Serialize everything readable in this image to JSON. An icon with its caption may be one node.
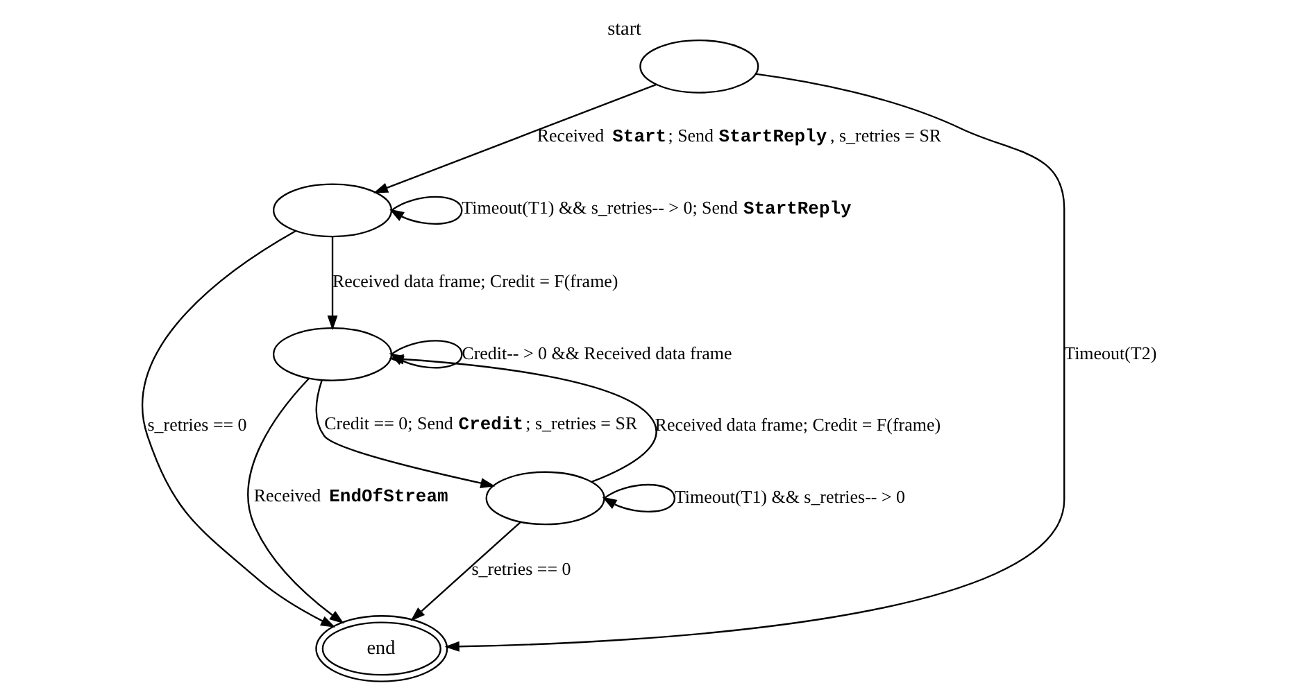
{
  "diagram": {
    "nodes": [
      {
        "text": [],
        "shape": "ellipse",
        "beside": [
          "start"
        ]
      },
      {
        "text": [],
        "shape": "ellipse"
      },
      {
        "text": [
          "end"
        ]
      },
      {
        "text": [],
        "shape": "ellipse"
      },
      {
        "text": [],
        "shape": "ellipse"
      }
    ],
    "edges": [
      {
        "from": 0,
        "to": 2,
        "arrow": "to",
        "label": "Timeout(T2)"
      },
      {
        "from": 0,
        "to": 1,
        "arrow": "to",
        "label": "Received **Start**; Send **StartReply**, s_retries = SR"
      },
      {
        "from": 1,
        "to": 1,
        "arrow": "to",
        "label": "Timeout(T1) && s_retries-- > 0; Send **StartReply**"
      },
      {
        "from": 1,
        "to": 2,
        "arrow": "to",
        "label": "s_retries == 0"
      },
      {
        "from": 1,
        "to": 3,
        "arrow": "to",
        "label": "Received data frame; Credit = F(frame)"
      },
      {
        "from": 3,
        "to": 2,
        "arrow": "to",
        "label": "Received **EndOfStream**"
      },
      {
        "from": 3,
        "to": 3,
        "arrow": "to",
        "label": "Credit-- > 0 && Received data frame"
      },
      {
        "from": 3,
        "to": 4,
        "arrow": "to",
        "label": "Credit == 0; Send **Credit**; s_retries = SR"
      },
      {
        "from": 4,
        "to": 3,
        "arrow": "to",
        "label": "Received data frame; Credit = F(frame)"
      },
      {
        "from": 4,
        "to": 4,
        "arrow": "to",
        "label": "Timeout(T1) && s_retries-- > 0"
      },
      {
        "from": 4,
        "to": 2,
        "arrow": "to",
        "label": "s_retries == 0"
      }
    ]
  }
}
